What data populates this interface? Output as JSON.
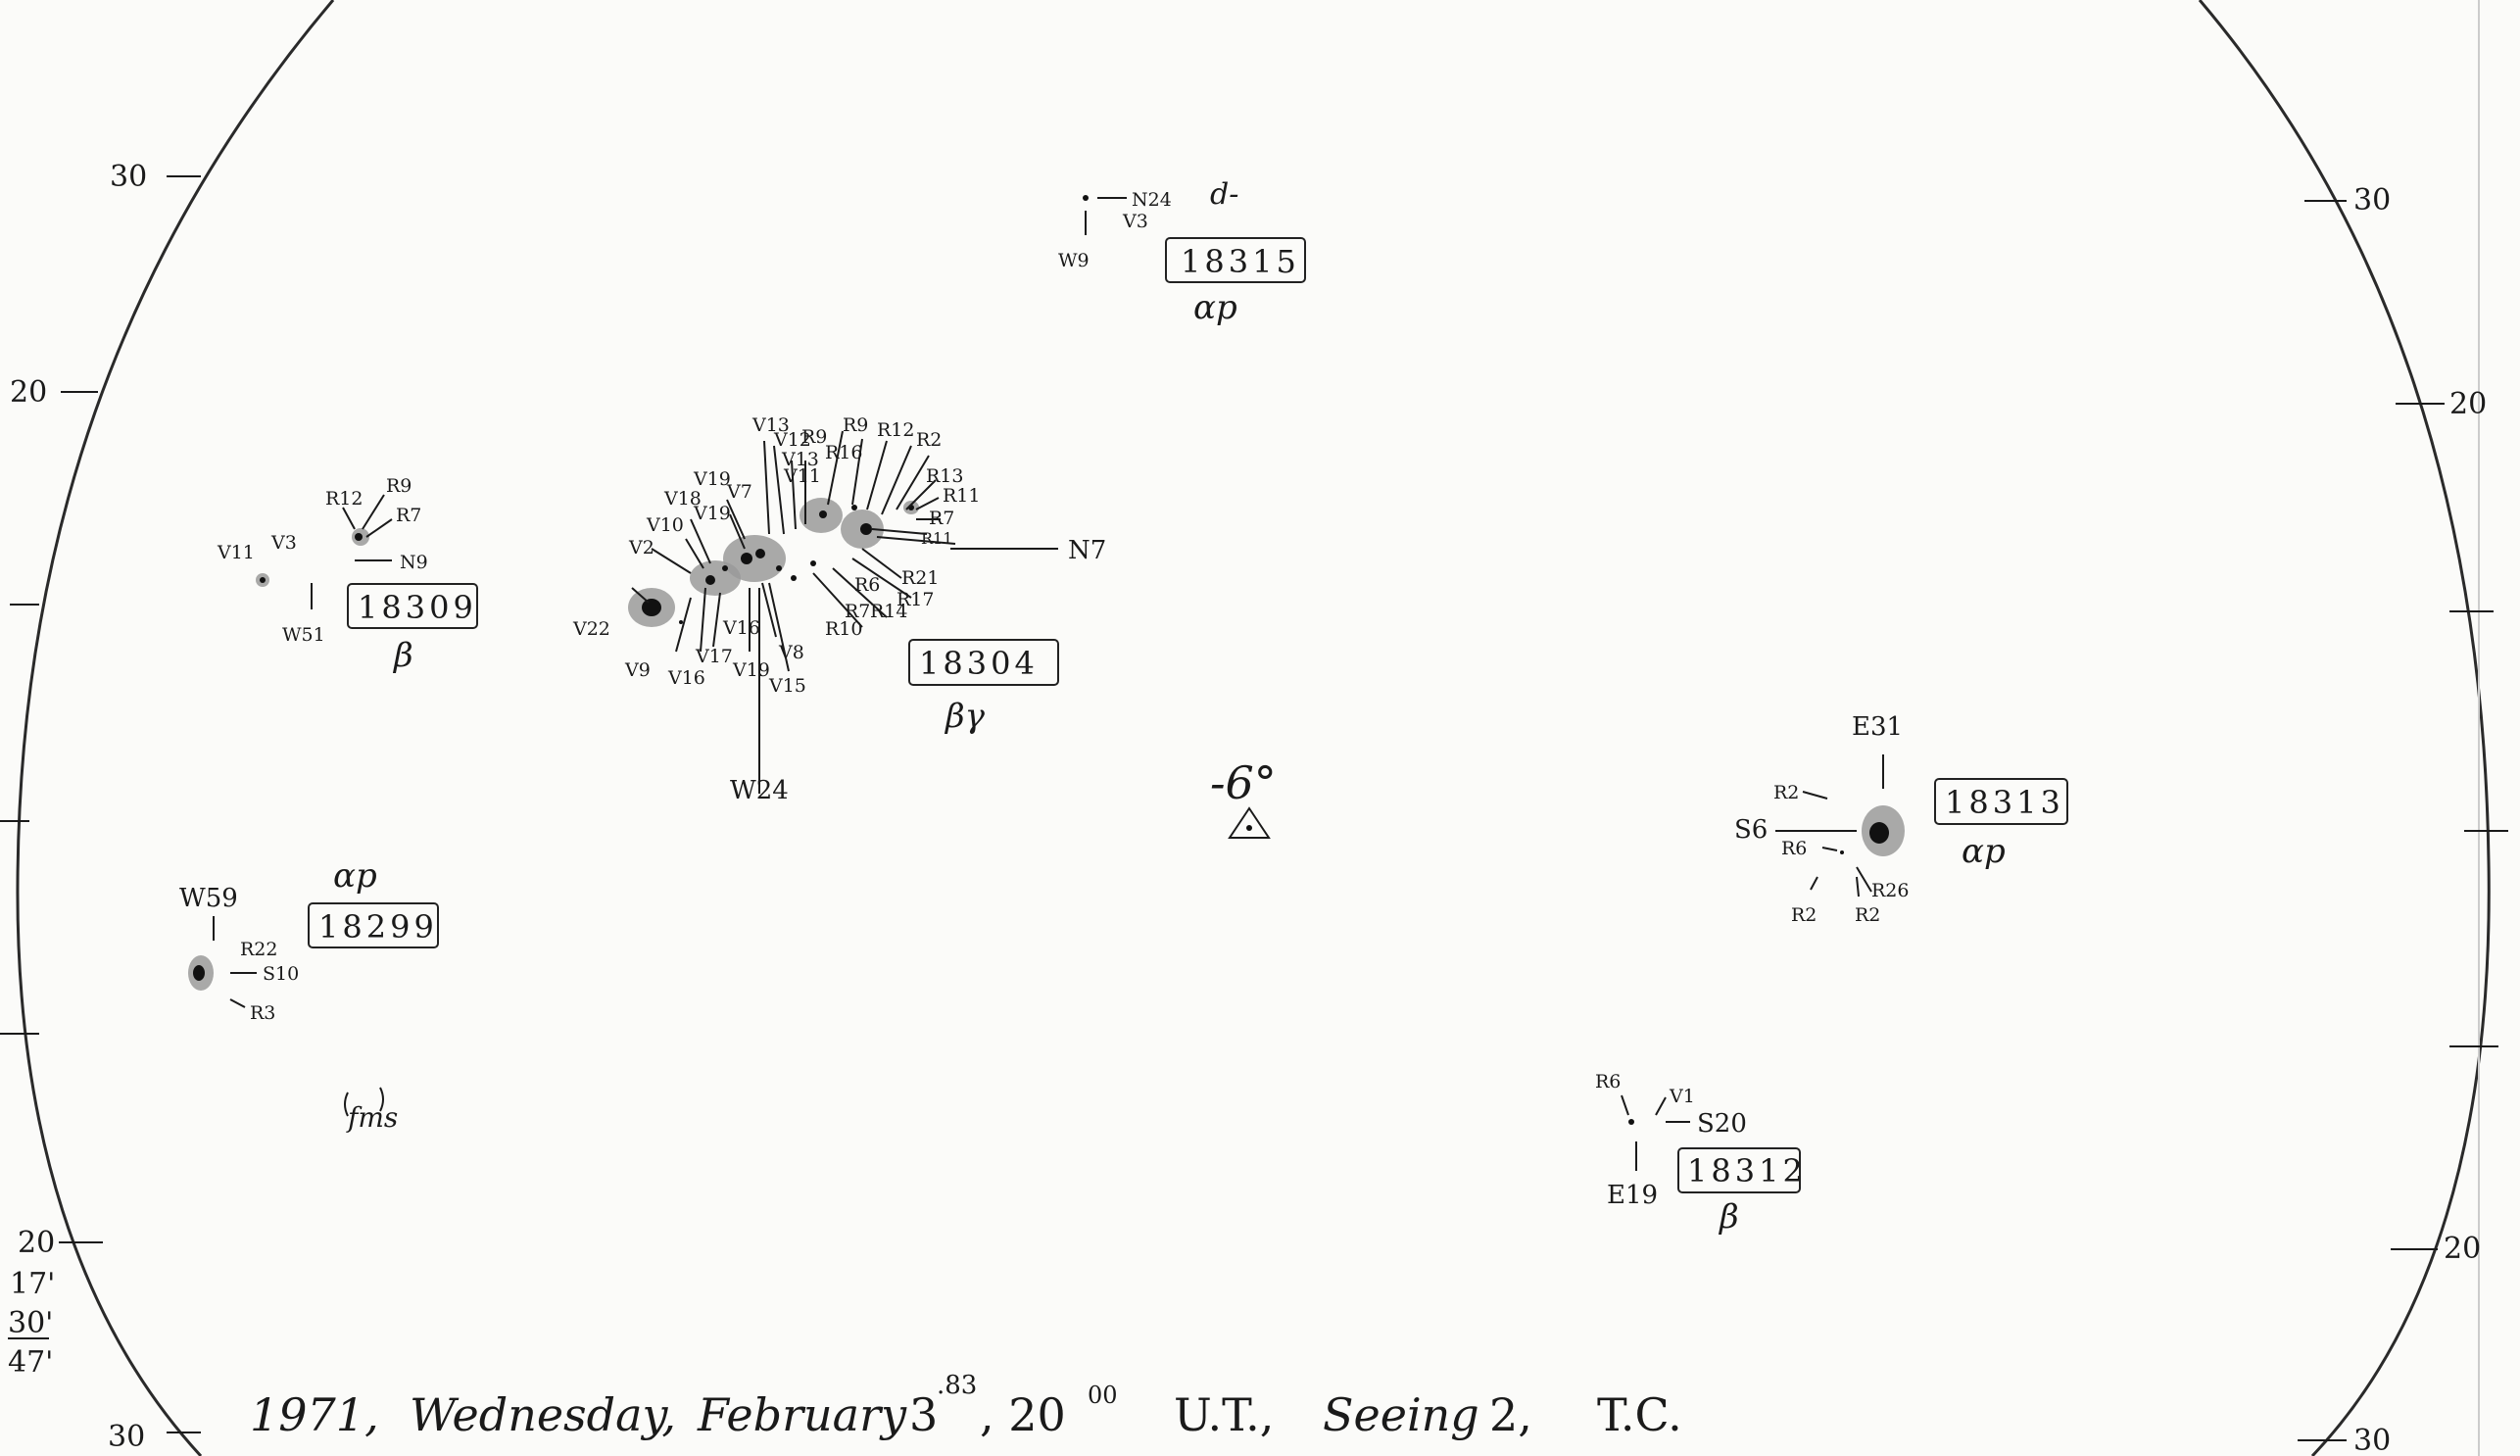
{
  "ticks_left": {
    "t30_top": "30",
    "t20_top": "20",
    "t20_bottom": "20",
    "t30_bottom": "30"
  },
  "ticks_right": {
    "t30_top": "30",
    "t20_top": "20",
    "t20_bottom": "20",
    "t30_bottom": "30"
  },
  "margin_note": {
    "a": "17'",
    "b": "30'",
    "c": "47'"
  },
  "regions": {
    "r18315": {
      "number": "18315",
      "class": "αp",
      "labels": [
        "N24",
        "V3",
        "W9",
        "d-"
      ]
    },
    "r18309": {
      "number": "18309",
      "class": "β",
      "labels": [
        "R12",
        "R9",
        "R7",
        "V11",
        "V3",
        "N9",
        "W51"
      ]
    },
    "r18304": {
      "number": "18304",
      "class": "βγ",
      "labels": [
        "V13",
        "V12",
        "R9",
        "R9",
        "R12",
        "R2",
        "V13",
        "R16",
        "V11",
        "R13",
        "R11",
        "R7",
        "R11",
        "V19",
        "V7",
        "V18",
        "V19",
        "V10",
        "V2",
        "N7",
        "R6",
        "R21",
        "R17",
        "R14",
        "R7",
        "R10",
        "V22",
        "V16",
        "V9",
        "V16",
        "V17",
        "V19",
        "V8",
        "V15",
        "W24"
      ]
    },
    "r18313": {
      "number": "18313",
      "class": "αp",
      "labels": [
        "E31",
        "R2",
        "S6",
        "R6",
        "R26",
        "R2",
        "R2"
      ]
    },
    "r18299": {
      "number": "18299",
      "class": "αp",
      "labels": [
        "W59",
        "R22",
        "S10",
        "R3"
      ]
    },
    "r18312": {
      "number": "18312",
      "class": "β",
      "labels": [
        "R6",
        "V1",
        "S20",
        "E19"
      ]
    }
  },
  "center_mark": {
    "value": "-6°"
  },
  "faculae_note": "fms",
  "footer": {
    "year": "1971,",
    "weekday": "Wednesday,",
    "month": "February",
    "day": "3",
    "day_frac": ".83",
    "time": ", 20",
    "time_sup": "00",
    "ut": "U.T.,",
    "seeing_label": "Seeing",
    "seeing_value": "2,",
    "observer": "T.C."
  }
}
